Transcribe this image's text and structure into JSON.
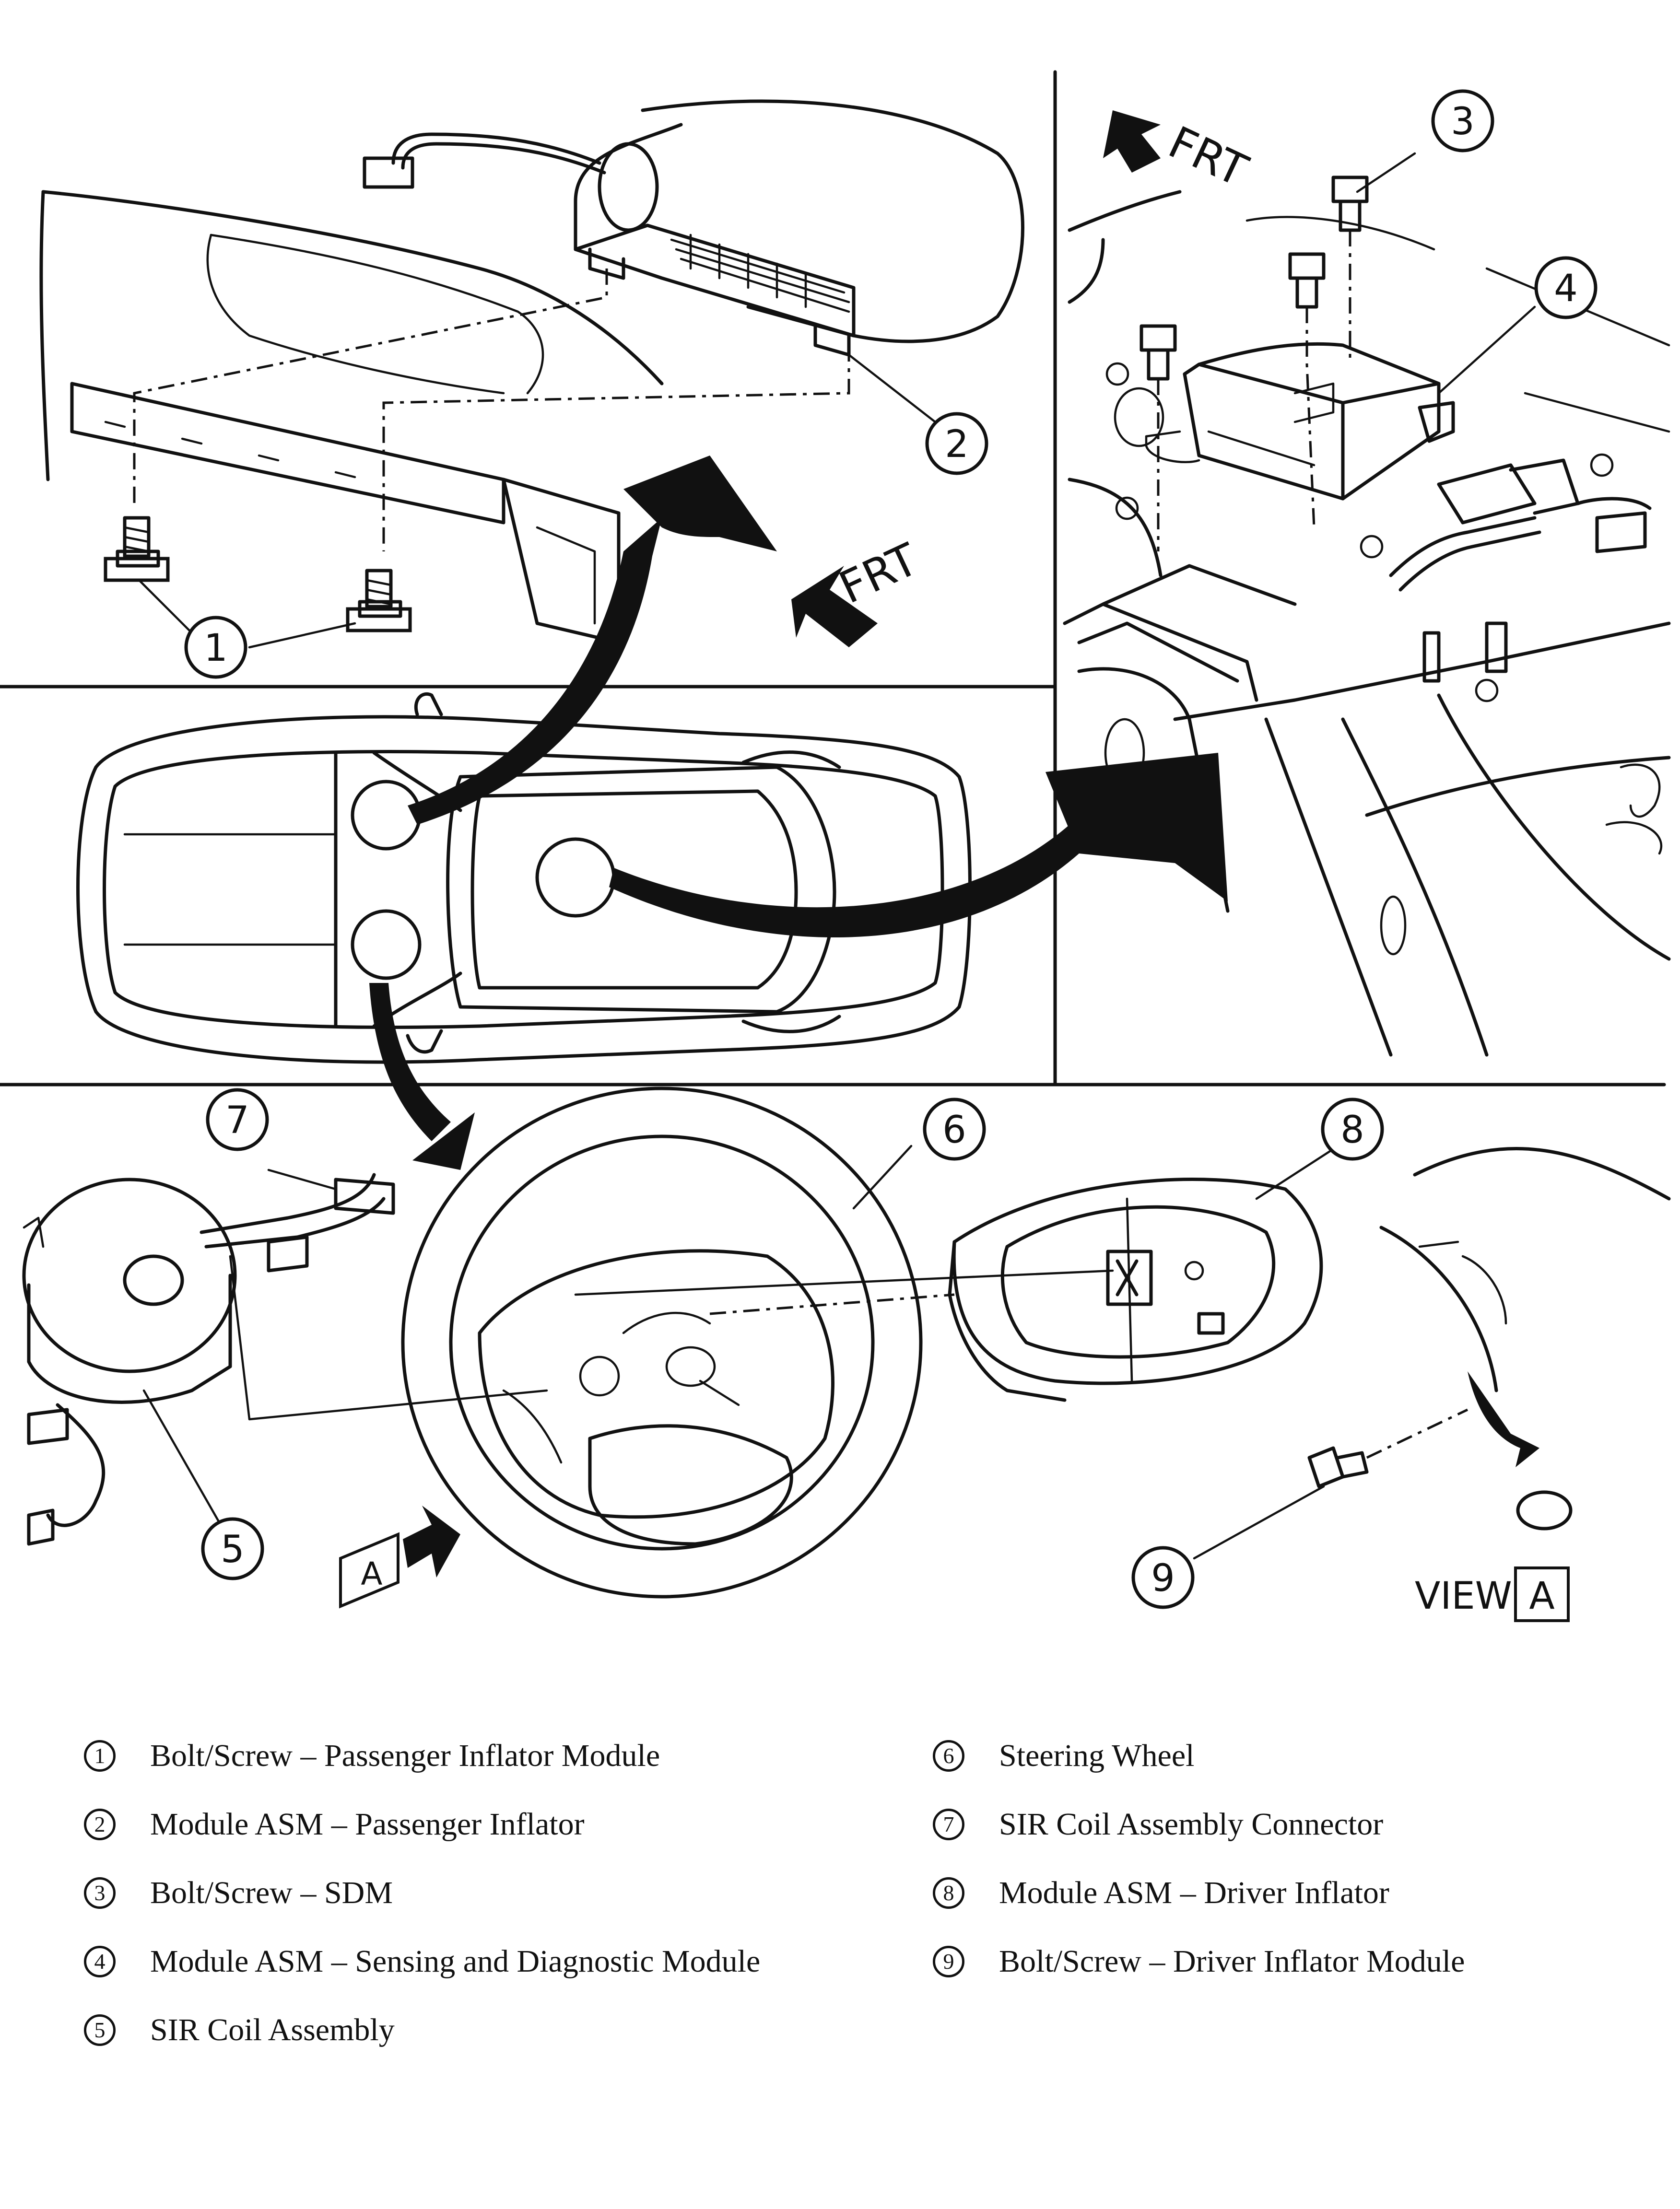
{
  "diagram": {
    "frt_label": "FRT",
    "view_label": "VIEW",
    "view_letter": "A",
    "callouts": [
      "1",
      "2",
      "3",
      "4",
      "5",
      "6",
      "7",
      "8",
      "9"
    ]
  },
  "legend": {
    "left": [
      {
        "num": "1",
        "text": "Bolt/Screw – Passenger Inflator Module"
      },
      {
        "num": "2",
        "text": "Module ASM – Passenger Inflator"
      },
      {
        "num": "3",
        "text": "Bolt/Screw – SDM"
      },
      {
        "num": "4",
        "text": "Module ASM – Sensing and Diagnostic Module"
      },
      {
        "num": "5",
        "text": "SIR Coil Assembly"
      }
    ],
    "right": [
      {
        "num": "6",
        "text": "Steering Wheel"
      },
      {
        "num": "7",
        "text": "SIR Coil Assembly Connector"
      },
      {
        "num": "8",
        "text": "Module ASM – Driver Inflator"
      },
      {
        "num": "9",
        "text": "Bolt/Screw – Driver Inflator Module"
      }
    ]
  }
}
